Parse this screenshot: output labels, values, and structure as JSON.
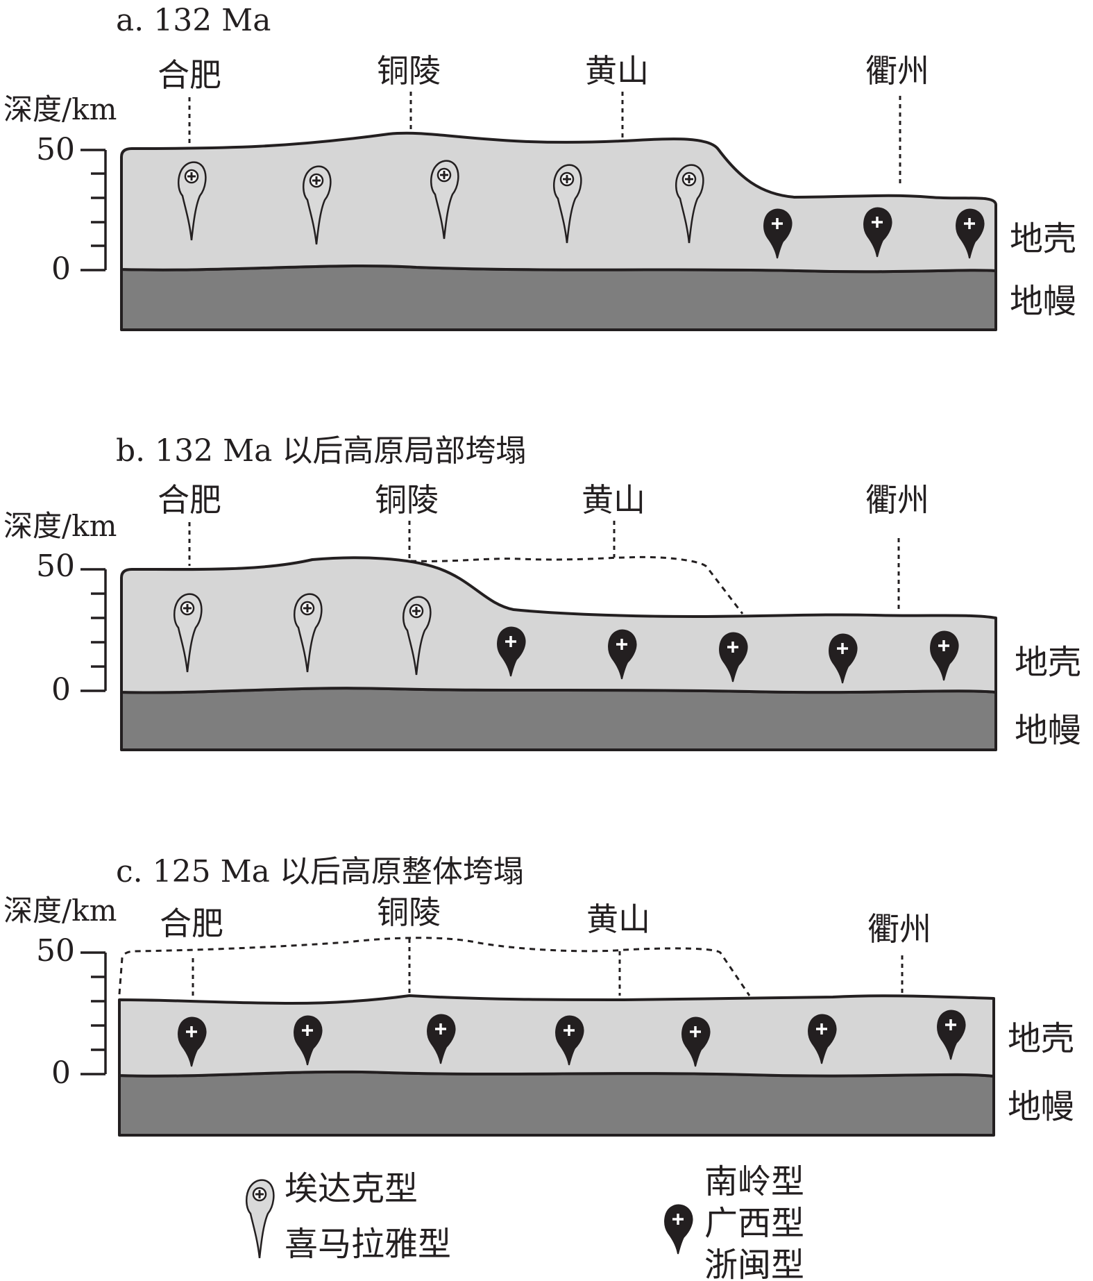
{
  "panels": [
    {
      "id": "a",
      "title": "a. 132 Ma",
      "cities": [
        "合肥",
        "铜陵",
        "黄山",
        "衢州"
      ],
      "axis_title": "深度/km",
      "ticks": [
        "50",
        "0"
      ],
      "layers": {
        "crust": "地壳",
        "mantle": "地幔"
      },
      "plutons": {
        "adakite": 5,
        "nanling": 3
      }
    },
    {
      "id": "b",
      "title": "b. 132 Ma 以后高原局部垮塌",
      "cities": [
        "合肥",
        "铜陵",
        "黄山",
        "衢州"
      ],
      "axis_title": "深度/km",
      "ticks": [
        "50",
        "0"
      ],
      "layers": {
        "crust": "地壳",
        "mantle": "地幔"
      },
      "plutons": {
        "adakite": 3,
        "nanling": 5
      }
    },
    {
      "id": "c",
      "title": "c. 125 Ma 以后高原整体垮塌",
      "cities": [
        "合肥",
        "铜陵",
        "黄山",
        "衢州"
      ],
      "axis_title": "深度/km",
      "ticks": [
        "50",
        "0"
      ],
      "layers": {
        "crust": "地壳",
        "mantle": "地幔"
      },
      "plutons": {
        "adakite": 0,
        "nanling": 7
      }
    }
  ],
  "legend": {
    "adakite": [
      "埃达克型",
      "喜马拉雅型"
    ],
    "nanling": [
      "南岭型",
      "广西型",
      "浙闽型"
    ]
  },
  "colors": {
    "crust": "#d6d6d6",
    "mantle": "#7e7e7e",
    "ink": "#231f20"
  }
}
